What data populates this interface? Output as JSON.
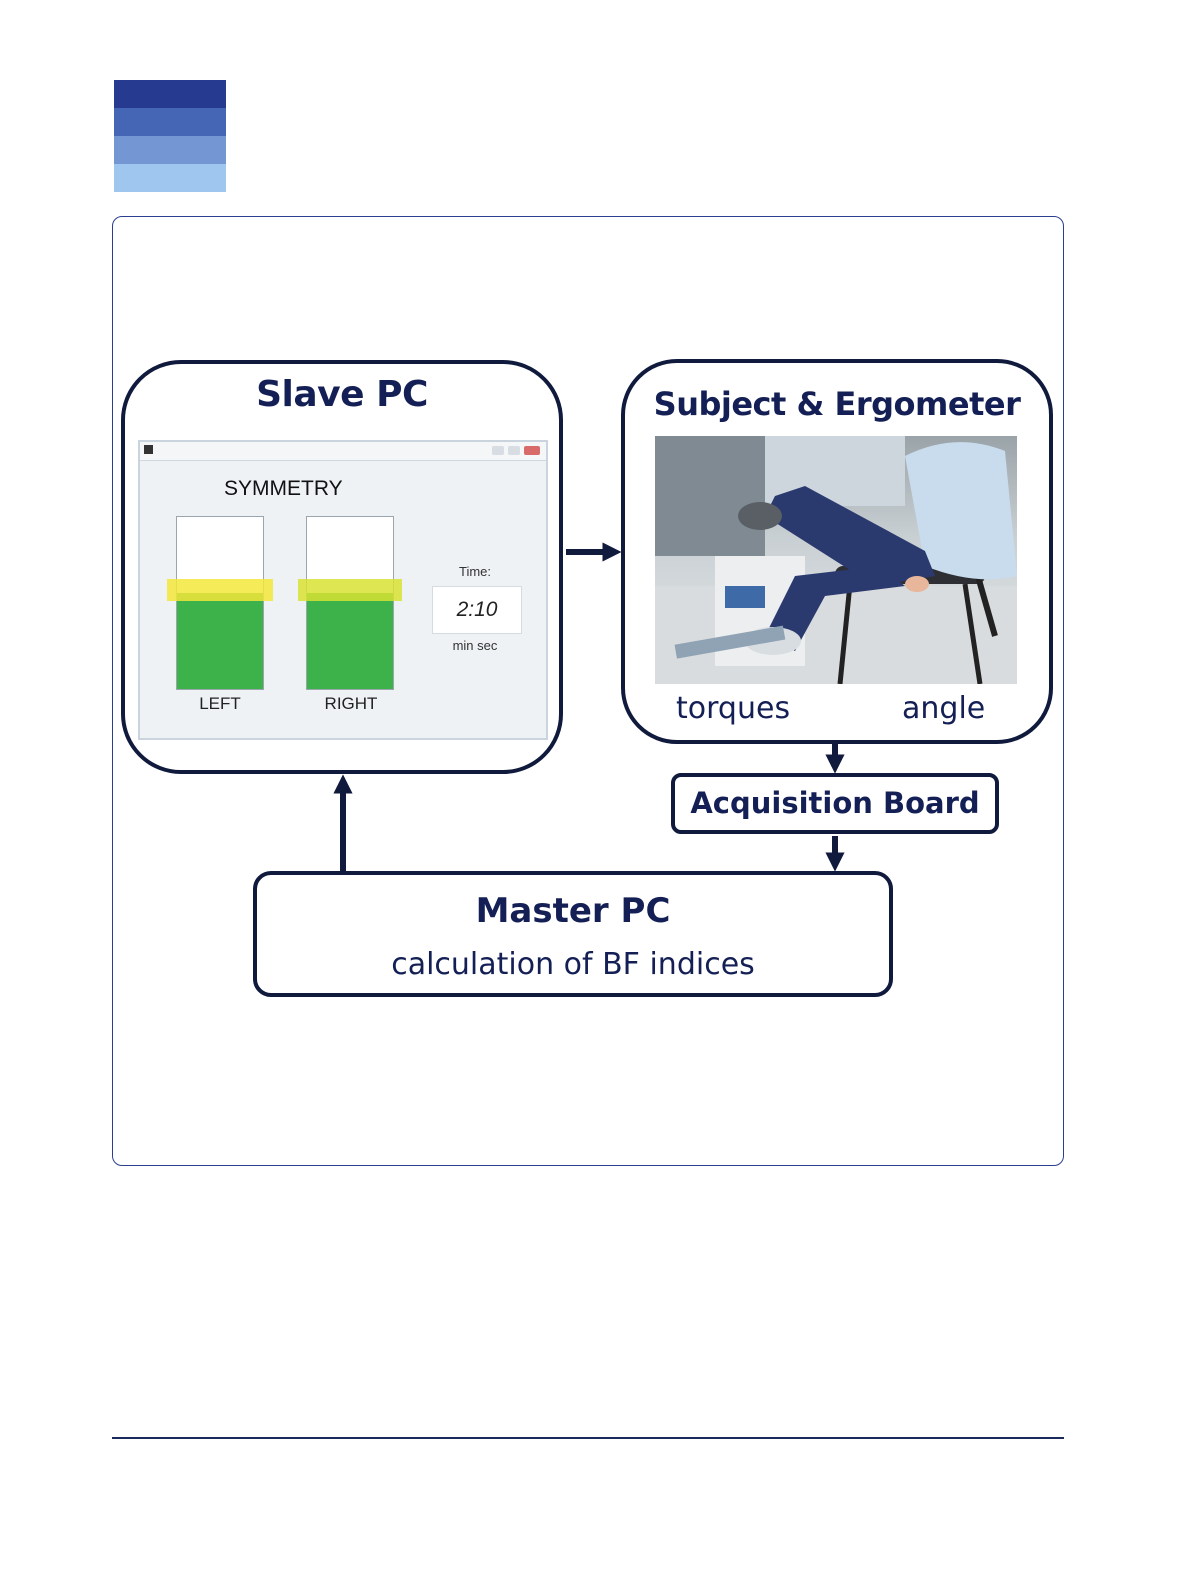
{
  "logo": {
    "colors": [
      "#263b8f",
      "#4466b4",
      "#7496d2",
      "#9fc6ee"
    ]
  },
  "slave_pc": {
    "title": "Slave PC",
    "window": {
      "heading": "SYMMETRY",
      "bars": [
        {
          "label": "LEFT",
          "level": 0.55,
          "target_level": 0.62,
          "fill_color": "#3db24a",
          "band_color": "#f3e63a"
        },
        {
          "label": "RIGHT",
          "level": 0.55,
          "target_level": 0.62,
          "fill_color": "#3db24a",
          "band_color": "#d8e232"
        }
      ],
      "time_label": "Time:",
      "time_value": "2:10",
      "time_units": "min sec"
    }
  },
  "subject": {
    "title": "Subject & Ergometer",
    "outputs": {
      "left": "torques",
      "right": "angle"
    }
  },
  "acquisition": {
    "label": "Acquisition Board"
  },
  "master_pc": {
    "title": "Master PC",
    "subtitle": "calculation of BF indices"
  },
  "colors": {
    "ink": "#101a3d",
    "text": "#142055",
    "frame": "#2a3f8f"
  }
}
